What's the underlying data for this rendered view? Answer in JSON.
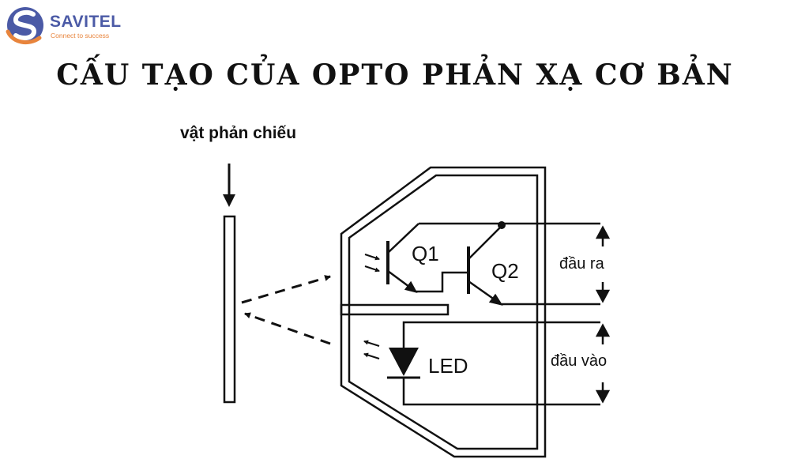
{
  "brand": {
    "name": "SAVITEL",
    "tagline": "Connect to success",
    "colors": {
      "primary": "#4b5aa6",
      "accent": "#e8843c"
    }
  },
  "title": "CẤU TẠO CỦA OPTO PHẢN XẠ CƠ BẢN",
  "diagram": {
    "reflector_label": "vật phản chiếu",
    "q1_label": "Q1",
    "q2_label": "Q2",
    "led_label": "LED",
    "output_label": "đầu ra",
    "input_label": "đầu vào"
  }
}
